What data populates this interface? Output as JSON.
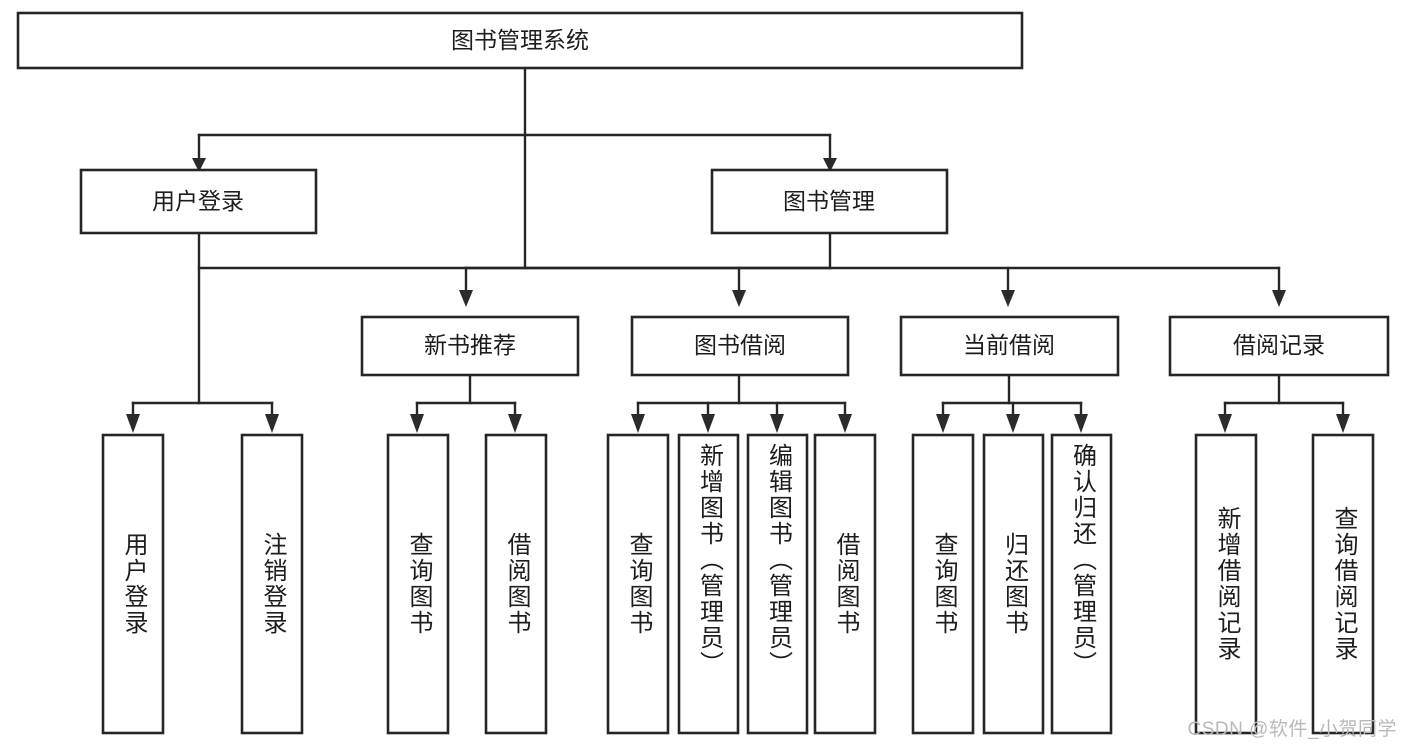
{
  "diagram": {
    "title": "图书管理系统",
    "type": "hierarchy-tree",
    "colors": {
      "box_stroke": "#262626",
      "box_fill": "#ffffff",
      "text": "#1d1d1d",
      "background": "#ffffff",
      "watermark": "#b9b9b9"
    },
    "root": {
      "label": "图书管理系统"
    },
    "level1": [
      {
        "id": "user-login",
        "label": "用户登录"
      },
      {
        "id": "book-management",
        "label": "图书管理"
      }
    ],
    "level2": [
      {
        "id": "new-book-recommend",
        "label": "新书推荐"
      },
      {
        "id": "book-borrow",
        "label": "图书借阅"
      },
      {
        "id": "current-borrow",
        "label": "当前借阅"
      },
      {
        "id": "borrow-record",
        "label": "借阅记录"
      }
    ],
    "leaves": [
      {
        "id": "leaf-user-login",
        "label": "用户登录",
        "parent": "user-login"
      },
      {
        "id": "leaf-logout-login",
        "label": "注销登录",
        "parent": "user-login"
      },
      {
        "id": "leaf-query-book-1",
        "label": "查询图书",
        "parent": "new-book-recommend"
      },
      {
        "id": "leaf-borrow-book-1",
        "label": "借阅图书",
        "parent": "new-book-recommend"
      },
      {
        "id": "leaf-query-book-2",
        "label": "查询图书",
        "parent": "book-borrow"
      },
      {
        "id": "leaf-add-book-admin",
        "label": "新增图书（管理员）",
        "parent": "book-borrow"
      },
      {
        "id": "leaf-edit-book-admin",
        "label": "编辑图书（管理员）",
        "parent": "book-borrow"
      },
      {
        "id": "leaf-borrow-book-2",
        "label": "借阅图书",
        "parent": "book-borrow"
      },
      {
        "id": "leaf-query-book-3",
        "label": "查询图书",
        "parent": "current-borrow"
      },
      {
        "id": "leaf-return-book",
        "label": "归还图书",
        "parent": "current-borrow"
      },
      {
        "id": "leaf-confirm-return-admin",
        "label": "确认归还（管理员）",
        "parent": "current-borrow"
      },
      {
        "id": "leaf-add-borrow-record",
        "label": "新增借阅记录",
        "parent": "borrow-record"
      },
      {
        "id": "leaf-query-borrow-record",
        "label": "查询借阅记录",
        "parent": "borrow-record"
      }
    ],
    "watermark": "CSDN @软件_小贺同学"
  }
}
